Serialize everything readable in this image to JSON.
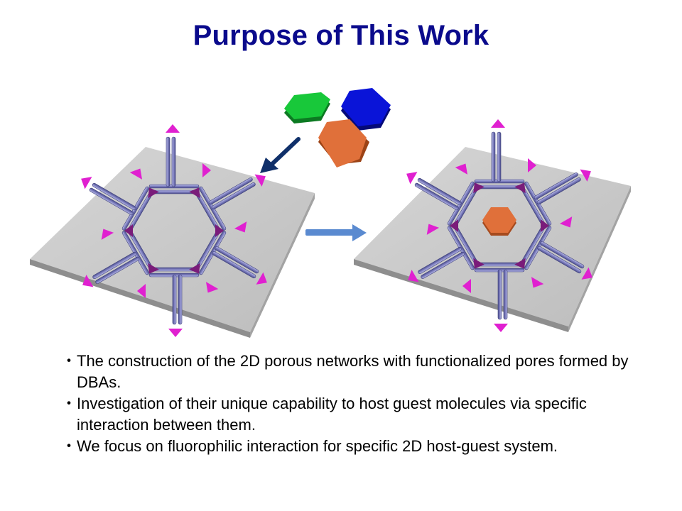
{
  "slide": {
    "title": "Purpose of This Work",
    "bullet_marker": "・",
    "bullets": [
      "The construction of the 2D porous networks with functionalized pores formed by DBAs.",
      "Investigation of their unique capability to host guest molecules via specific interaction between them.",
      "We focus on fluorophilic interaction for specific 2D host-guest system."
    ]
  },
  "colors": {
    "title": "#0a0a8c",
    "surface": "#c8c8c8",
    "rod": "#7f80c0",
    "node": "#7a1c7a",
    "arrowhead": "#e020d0",
    "guest_green": "#18c83a",
    "guest_blue": "#0a14d8",
    "guest_orange": "#e0703a",
    "arrow_dark": "#10306a",
    "arrow_light": "#5a8ad0"
  },
  "icons": [
    "green-hexagon-guest",
    "blue-hexagon-guest",
    "orange-hexagon-guest",
    "insertion-arrow",
    "transition-arrow"
  ]
}
